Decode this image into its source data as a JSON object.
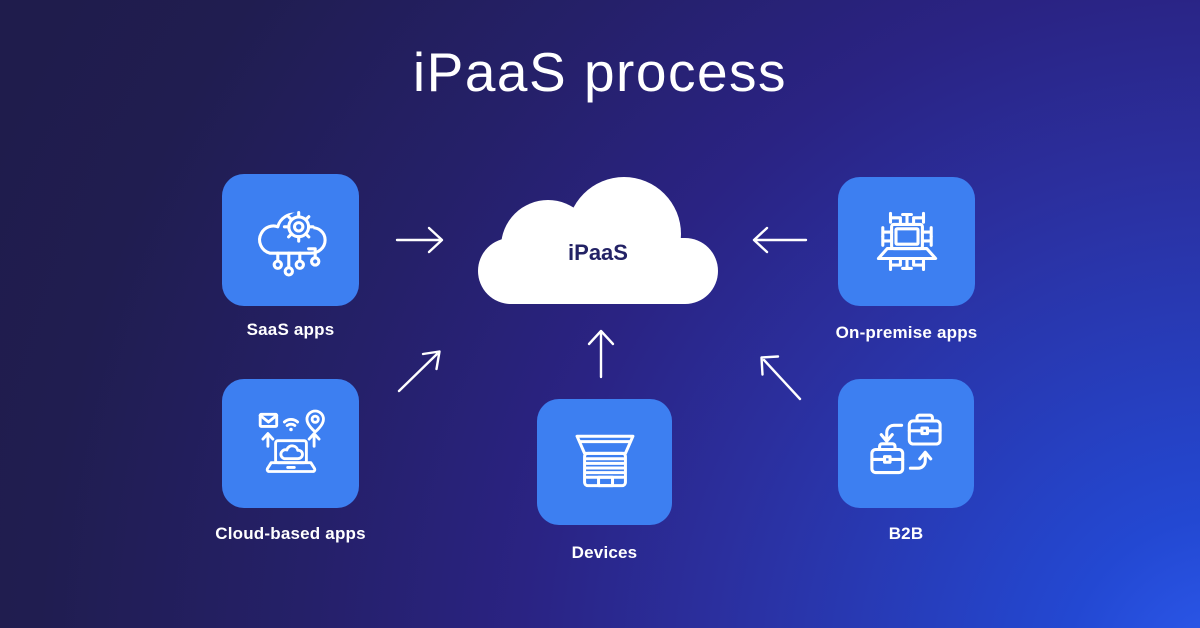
{
  "title": "iPaaS process",
  "center": {
    "label": "iPaaS"
  },
  "nodes": [
    {
      "label": "SaaS apps",
      "icon": "saas-cloud-gear-icon"
    },
    {
      "label": "On-premise apps",
      "icon": "onpremise-chip-laptop-icon"
    },
    {
      "label": "Cloud-based apps",
      "icon": "cloud-laptop-sync-icon"
    },
    {
      "label": "Devices",
      "icon": "device-laptop-icon"
    },
    {
      "label": "B2B",
      "icon": "briefcase-exchange-icon"
    }
  ],
  "arrows": [
    {
      "from": "SaaS apps",
      "to": "iPaaS",
      "direction": "right"
    },
    {
      "from": "On-premise apps",
      "to": "iPaaS",
      "direction": "left"
    },
    {
      "from": "Devices",
      "to": "iPaaS",
      "direction": "up"
    },
    {
      "from": "Cloud-based apps",
      "to": "iPaaS",
      "direction": "up-right"
    },
    {
      "from": "B2B",
      "to": "iPaaS",
      "direction": "up-left"
    }
  ],
  "colors": {
    "background_dark": "#1f1c4c",
    "background_mid": "#2a2383",
    "background_bright": "#2348d2",
    "node_box_blue": "#3d7ff1",
    "cloud_fill": "#ffffff",
    "cloud_text": "#232265",
    "label_text": "#ffffff",
    "arrow": "#ffffff"
  }
}
